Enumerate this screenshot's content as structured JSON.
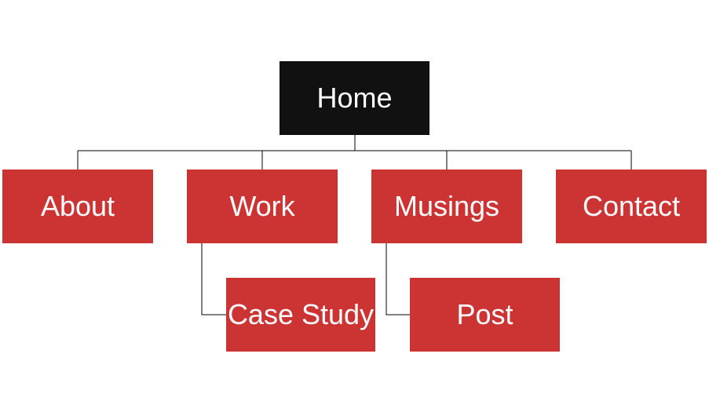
{
  "colors": {
    "root_fill": "#111111",
    "node_fill": "#cc3333",
    "text": "#ffffff",
    "connector": "#000000"
  },
  "root": {
    "label": "Home"
  },
  "children": [
    {
      "label": "About"
    },
    {
      "label": "Work",
      "children": [
        {
          "label": "Case Study"
        }
      ]
    },
    {
      "label": "Musings",
      "children": [
        {
          "label": "Post"
        }
      ]
    },
    {
      "label": "Contact"
    }
  ]
}
